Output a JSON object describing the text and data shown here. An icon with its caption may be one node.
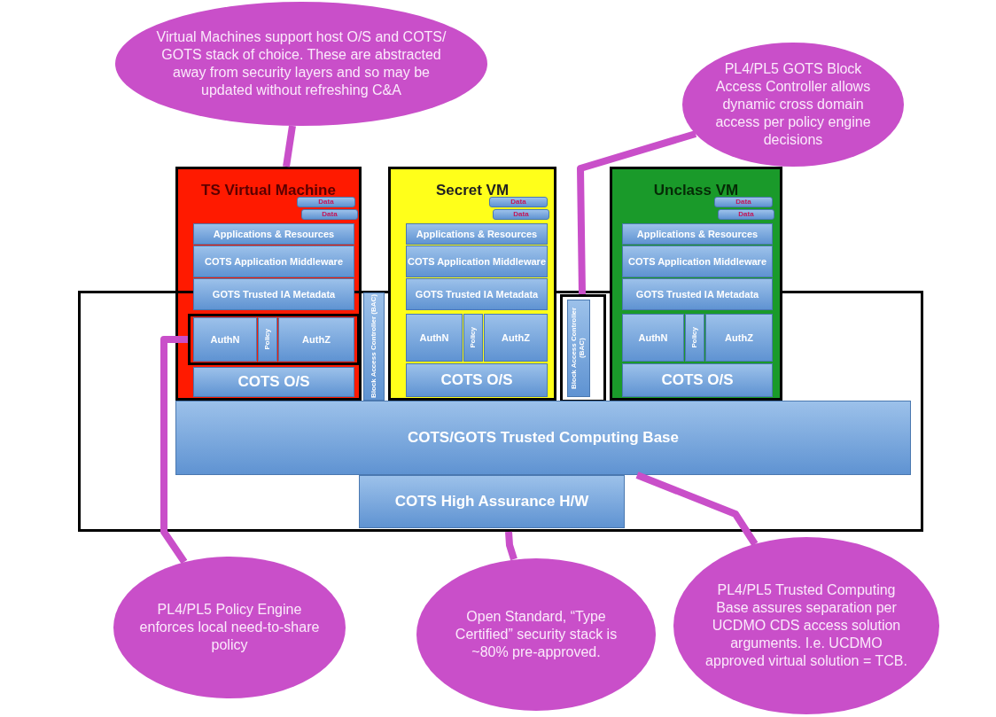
{
  "diagram": {
    "nodes": [
      {
        "text": [
          "Virtual Machines support host O/S and COTS/ GOTS stack of choice.  These are abstracted away from security layers and so may be updated without refreshing C&A"
        ]
      },
      {
        "text": [
          "PL4/PL5 GOTS Block Access Controller allows dynamic cross domain access per policy engine decisions"
        ]
      },
      {
        "text": [
          "TS Virtual Machine"
        ]
      },
      {
        "text": [
          "Data"
        ],
        "in": 2
      },
      {
        "text": [
          "Data"
        ],
        "in": 2
      },
      {
        "text": [
          "Applications & Resources"
        ],
        "in": 2
      },
      {
        "text": [
          "COTS Application Middleware"
        ],
        "in": 2
      },
      {
        "text": [
          "GOTS Trusted IA Metadata"
        ],
        "in": 2
      },
      {
        "text": [],
        "shape": "box"
      },
      {
        "text": [
          "AuthN"
        ],
        "in": 8
      },
      {
        "text": [
          "Policy"
        ],
        "in": 8
      },
      {
        "text": [
          "AuthZ"
        ],
        "in": 8
      },
      {
        "text": [
          "COTS O/S"
        ]
      },
      {
        "text": [
          "Block Access Controller (BAC)"
        ],
        "in": 38
      },
      {
        "text": [
          "Secret VM"
        ]
      },
      {
        "text": [
          "Data"
        ],
        "in": 14
      },
      {
        "text": [
          "Data"
        ],
        "in": 14
      },
      {
        "text": [
          "Applications & Resources"
        ],
        "in": 14
      },
      {
        "text": [
          "COTS Application Middleware"
        ],
        "in": 14
      },
      {
        "text": [
          "GOTS Trusted IA Metadata"
        ],
        "in": 14
      },
      {
        "text": [
          "AuthN"
        ]
      },
      {
        "text": [
          "Policy"
        ]
      },
      {
        "text": [
          "AuthZ"
        ]
      },
      {
        "text": [
          "COTS O/S"
        ]
      },
      {
        "text": [],
        "shape": "box",
        "in": 38
      },
      {
        "text": [
          "Block Access Controller (BAC)"
        ],
        "in": 24
      },
      {
        "text": [
          "Unclass VM"
        ]
      },
      {
        "text": [
          "Data"
        ],
        "in": 26
      },
      {
        "text": [
          "Data"
        ],
        "in": 26
      },
      {
        "text": [
          "Applications & Resources"
        ],
        "in": 26
      },
      {
        "text": [
          "COTS Application Middleware"
        ],
        "in": 26
      },
      {
        "text": [
          "GOTS Trusted IA Metadata"
        ],
        "in": 26
      },
      {
        "text": [
          "AuthN"
        ]
      },
      {
        "text": [
          "Policy"
        ]
      },
      {
        "text": [
          "AuthZ"
        ]
      },
      {
        "text": [
          "COTS O/S"
        ]
      },
      {
        "text": [
          "COTS/GOTS Trusted Computing Base"
        ],
        "in": 38
      },
      {
        "text": [
          "COTS High Assurance  H/W"
        ],
        "in": 38
      },
      {
        "text": [],
        "shape": "box"
      },
      {
        "text": [
          "PL4/PL5 Policy Engine enforces local need-to-share policy"
        ]
      },
      {
        "text": [
          "Open Standard, “Type Certified” security stack is ~80% pre-approved."
        ]
      },
      {
        "text": [
          "PL4/PL5 Trusted Computing Base assures separation per UCDMO CDS access solution arguments. I.e. UCDMO approved virtual solution = TCB."
        ]
      }
    ],
    "edges": [
      {
        "from": 0,
        "to": 2,
        "arrow": "none"
      },
      {
        "from": 1,
        "to": 24,
        "arrow": "none"
      },
      {
        "from": 39,
        "to": 8,
        "arrow": "none"
      },
      {
        "from": 40,
        "to": 38,
        "arrow": "none"
      },
      {
        "from": 41,
        "to": 36,
        "arrow": "none"
      }
    ]
  }
}
